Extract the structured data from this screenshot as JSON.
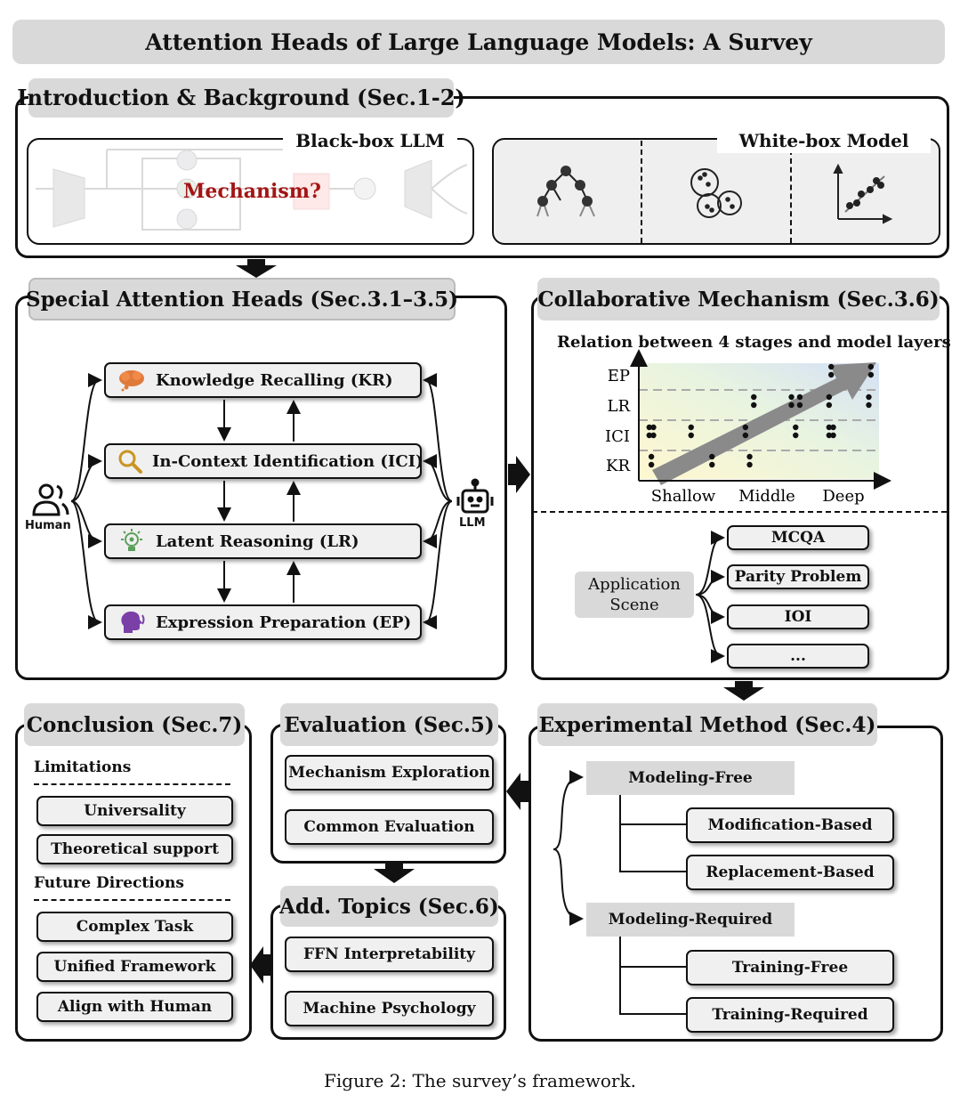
{
  "title": "Attention Heads of Large Language Models: A Survey",
  "intro": {
    "header": "Introduction & Background (Sec.1-2)",
    "black_box_label": "Black-box LLM",
    "mechanism_label": "Mechanism?",
    "white_box_label": "White-box Model"
  },
  "special": {
    "header": "Special Attention Heads (Sec.3.1–3.5)",
    "human_label": "Human",
    "llm_label": "LLM",
    "heads": [
      {
        "label": "Knowledge Recalling (KR)",
        "icon": "brain-cloud-icon"
      },
      {
        "label": "In-Context Identification (ICI)",
        "icon": "magnifier-icon"
      },
      {
        "label": "Latent Reasoning (LR)",
        "icon": "lightbulb-icon"
      },
      {
        "label": "Expression Preparation (EP)",
        "icon": "speaking-head-icon"
      }
    ]
  },
  "collab": {
    "header": "Collaborative Mechanism (Sec.3.6)",
    "chart_title": "Relation between 4 stages and model layers",
    "application_label_1": "Application",
    "application_label_2": "Scene",
    "applications": [
      "MCQA",
      "Parity Problem",
      "IOI",
      "..."
    ]
  },
  "chart_data": {
    "type": "scatter",
    "title": "Relation between 4 stages and model layers",
    "x_categories": [
      "Shallow",
      "Middle",
      "Deep"
    ],
    "y_categories": [
      "KR",
      "ICI",
      "LR",
      "EP"
    ],
    "grid": "dashed horizontal",
    "series": [
      {
        "values": [
          {
            "x": 0.3,
            "y": "KR"
          },
          {
            "x": 0.25,
            "y": "ICI"
          },
          {
            "x": 0.35,
            "y": "ICI"
          },
          {
            "x": 1.75,
            "y": "KR"
          },
          {
            "x": 1.25,
            "y": "ICI"
          },
          {
            "x": 2.65,
            "y": "KR"
          },
          {
            "x": 2.55,
            "y": "ICI"
          },
          {
            "x": 2.75,
            "y": "LR"
          },
          {
            "x": 3.75,
            "y": "ICI"
          },
          {
            "x": 3.65,
            "y": "LR"
          },
          {
            "x": 3.85,
            "y": "LR"
          },
          {
            "x": 4.55,
            "y": "ICI"
          },
          {
            "x": 4.65,
            "y": "ICI"
          },
          {
            "x": 4.55,
            "y": "LR"
          },
          {
            "x": 4.6,
            "y": "EP"
          },
          {
            "x": 5.5,
            "y": "LR"
          },
          {
            "x": 5.55,
            "y": "EP"
          }
        ]
      }
    ]
  },
  "experimental": {
    "header": "Experimental Method (Sec.4)",
    "modeling_free": "Modeling-Free",
    "modification_based": "Modification-Based",
    "replacement_based": "Replacement-Based",
    "modeling_required": "Modeling-Required",
    "training_free": "Training-Free",
    "training_required": "Training-Required"
  },
  "evaluation": {
    "header": "Evaluation (Sec.5)",
    "items": [
      "Mechanism Exploration",
      "Common Evaluation"
    ]
  },
  "addtopics": {
    "header": "Add. Topics (Sec.6)",
    "items": [
      "FFN Interpretability",
      "Machine Psychology"
    ]
  },
  "conclusion": {
    "header": "Conclusion  (Sec.7)",
    "limitations_label": "Limitations",
    "limitations": [
      "Universality",
      "Theoretical support"
    ],
    "future_label": "Future Directions",
    "future": [
      "Complex Task",
      "Unified Framework",
      "Align with Human"
    ]
  },
  "caption": "Figure 2: The survey’s framework."
}
